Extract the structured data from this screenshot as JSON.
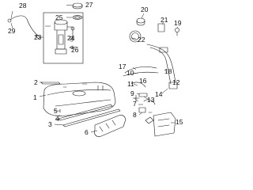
{
  "callouts": {
    "c1": "1",
    "c2": "2",
    "c3": "3",
    "c4": "4",
    "c5": "5",
    "c6": "6",
    "c7": "7",
    "c8": "8",
    "c9": "9",
    "c10": "10",
    "c11": "11",
    "c12": "12",
    "c13": "13",
    "c14": "14",
    "c15": "15",
    "c16": "16",
    "c17": "17",
    "c18": "18",
    "c19": "19",
    "c20": "20",
    "c21": "21",
    "c22": "22",
    "c23": "23",
    "c24": "24",
    "c25": "25",
    "c26": "26",
    "c27": "27",
    "c28": "28",
    "c29": "29"
  },
  "colors": {
    "line": "#1a1a1a",
    "background": "#ffffff"
  }
}
